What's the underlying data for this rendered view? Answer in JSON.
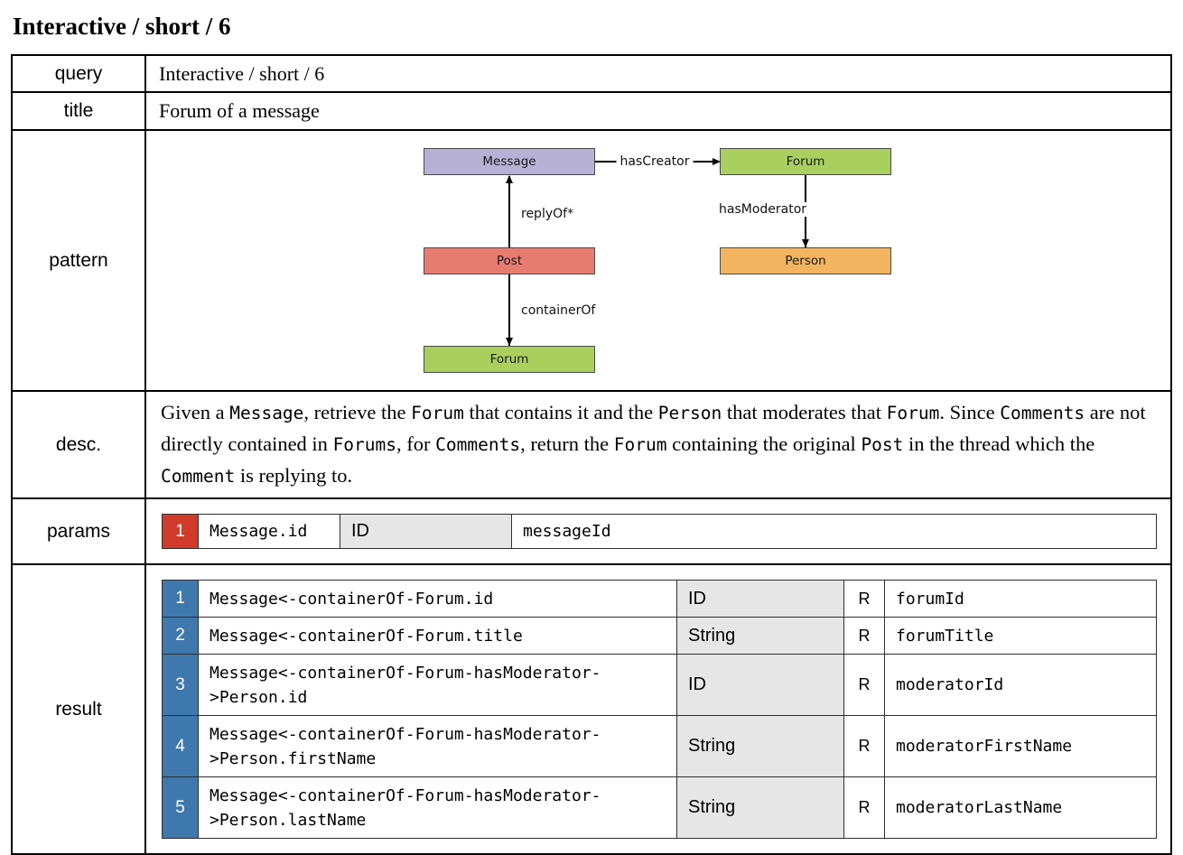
{
  "page_title": "Interactive / short / 6",
  "rows": {
    "query": {
      "label": "query",
      "value": "Interactive / short / 6"
    },
    "title": {
      "label": "title",
      "value": "Forum of a message"
    },
    "pattern": {
      "label": "pattern"
    },
    "desc": {
      "label": "desc."
    },
    "params": {
      "label": "params"
    },
    "result": {
      "label": "result"
    }
  },
  "pattern": {
    "nodes": [
      {
        "id": "message",
        "label": "Message",
        "color": "#b7b1d6"
      },
      {
        "id": "forum-top",
        "label": "Forum",
        "color": "#a9cf5e"
      },
      {
        "id": "post",
        "label": "Post",
        "color": "#e87b70"
      },
      {
        "id": "person",
        "label": "Person",
        "color": "#f3b45f"
      },
      {
        "id": "forum-bottom",
        "label": "Forum",
        "color": "#a9cf5e"
      }
    ],
    "edges": [
      {
        "label": "hasCreator",
        "from": "Message",
        "to": "Forum"
      },
      {
        "label": "hasModerator",
        "from": "Forum",
        "to": "Person"
      },
      {
        "label": "replyOf*",
        "from": "Post",
        "to": "Message"
      },
      {
        "label": "containerOf",
        "from": "Post",
        "to": "Forum"
      }
    ]
  },
  "desc": {
    "segments": [
      {
        "text": "Given a ",
        "mono": false
      },
      {
        "text": "Message",
        "mono": true
      },
      {
        "text": ", retrieve the ",
        "mono": false
      },
      {
        "text": "Forum",
        "mono": true
      },
      {
        "text": " that contains it and the ",
        "mono": false
      },
      {
        "text": "Person",
        "mono": true
      },
      {
        "text": " that moderates that ",
        "mono": false
      },
      {
        "text": "Forum",
        "mono": true
      },
      {
        "text": ". Since ",
        "mono": false
      },
      {
        "text": "Comments",
        "mono": true
      },
      {
        "text": " are not directly contained in ",
        "mono": false
      },
      {
        "text": "Forums",
        "mono": true
      },
      {
        "text": ", for ",
        "mono": false
      },
      {
        "text": "Comments",
        "mono": true
      },
      {
        "text": ", return the ",
        "mono": false
      },
      {
        "text": "Forum",
        "mono": true
      },
      {
        "text": " containing the original ",
        "mono": false
      },
      {
        "text": "Post",
        "mono": true
      },
      {
        "text": " in the thread which the ",
        "mono": false
      },
      {
        "text": "Comment",
        "mono": true
      },
      {
        "text": " is replying to.",
        "mono": false
      }
    ]
  },
  "params": {
    "rows": [
      {
        "num": "1",
        "expr": "Message.id",
        "type": "ID",
        "name": "messageId"
      }
    ]
  },
  "result": {
    "rows": [
      {
        "num": "1",
        "expr_lines": [
          "Message<-containerOf-Forum.id"
        ],
        "type": "ID",
        "flag": "R",
        "name": "forumId"
      },
      {
        "num": "2",
        "expr_lines": [
          "Message<-containerOf-Forum.title"
        ],
        "type": "String",
        "flag": "R",
        "name": "forumTitle"
      },
      {
        "num": "3",
        "expr_lines": [
          "Message<-containerOf-Forum-hasModerator-",
          ">Person.id"
        ],
        "type": "ID",
        "flag": "R",
        "name": "moderatorId"
      },
      {
        "num": "4",
        "expr_lines": [
          "Message<-containerOf-Forum-hasModerator-",
          ">Person.firstName"
        ],
        "type": "String",
        "flag": "R",
        "name": "moderatorFirstName"
      },
      {
        "num": "5",
        "expr_lines": [
          "Message<-containerOf-Forum-hasModerator-",
          ">Person.lastName"
        ],
        "type": "String",
        "flag": "R",
        "name": "moderatorLastName"
      }
    ]
  },
  "colors": {
    "param_number_bg": "#d13b2b",
    "result_number_bg": "#3f78ad",
    "type_cell_bg": "#e6e6e6",
    "node_border": "#4a4a4a",
    "edge_color": "#000000"
  }
}
